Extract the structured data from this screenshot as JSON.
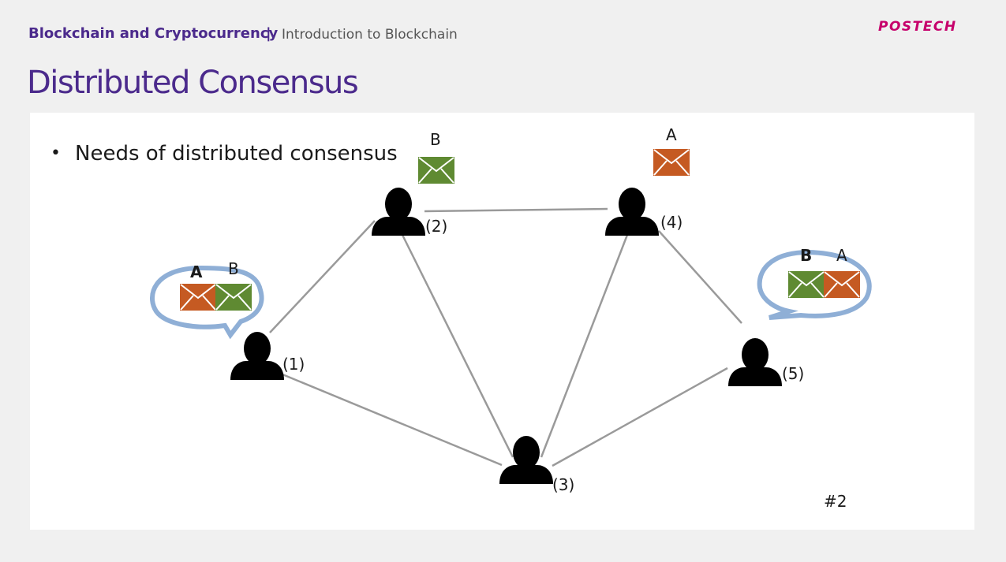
{
  "header": {
    "course": "Blockchain and Cryptocurrency",
    "separator": "|",
    "topic": "Introduction to Blockchain",
    "logo": "POSTECH"
  },
  "title": "Distributed Consensus",
  "bullet": "Needs of distributed consensus",
  "slide_number": "#2",
  "nodes": [
    {
      "label": "(1)"
    },
    {
      "label": "(2)"
    },
    {
      "label": "(3)"
    },
    {
      "label": "(4)"
    },
    {
      "label": "(5)"
    }
  ],
  "messages": {
    "node1": [
      "A",
      "B"
    ],
    "node2": [
      "B"
    ],
    "node4": [
      "A"
    ],
    "node5": [
      "B",
      "A"
    ]
  },
  "colors": {
    "message_a": "#c55a22",
    "message_b": "#5f8a32",
    "bubble": "#8fafd6",
    "edge": "#9a9a9a",
    "title": "#4b2a8c",
    "logo": "#c6006b"
  }
}
